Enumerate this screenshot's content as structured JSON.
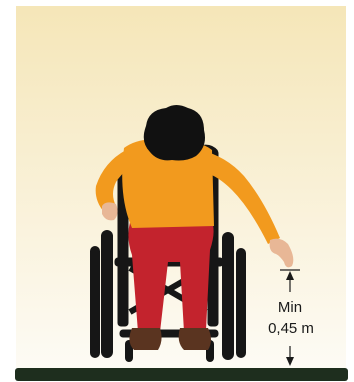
{
  "measurement": {
    "label_line1": "Min",
    "label_line2": "0,45 m"
  },
  "colors": {
    "background_top": "#f5e6b8",
    "background_bottom": "#fdfbf5",
    "floor": "#1e2e1e",
    "shirt": "#f29a1e",
    "pants": "#c3232d",
    "hair": "#111111",
    "skin": "#e8b796",
    "wheelchair": "#161616",
    "shoes": "#5a3420"
  },
  "icons": [
    "wheelchair-user-figure",
    "height-dimension-arrow"
  ]
}
